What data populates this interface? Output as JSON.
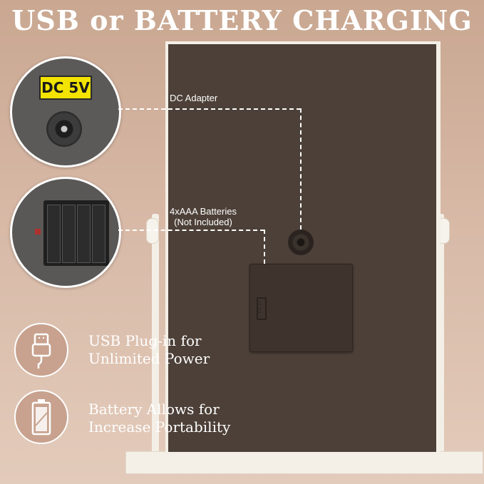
{
  "header": {
    "title": "USB or BATTERY CHARGING"
  },
  "callouts": {
    "dc_badge": "DC 5V",
    "dc_adapter": "DC Adapter",
    "batteries_line1": "4xAAA Batteries",
    "batteries_line2": "(Not Included)"
  },
  "features": [
    {
      "icon": "usb-plug-icon",
      "line1": "USB Plug-in for",
      "line2": "Unlimited Power"
    },
    {
      "icon": "battery-icon",
      "line1": "Battery Allows for",
      "line2": "Increase Portability"
    }
  ],
  "colors": {
    "background": "#d6b7a4",
    "mirror_back": "#4c4038",
    "badge": "#f2e400",
    "icon_circle": "#c8a28f"
  }
}
